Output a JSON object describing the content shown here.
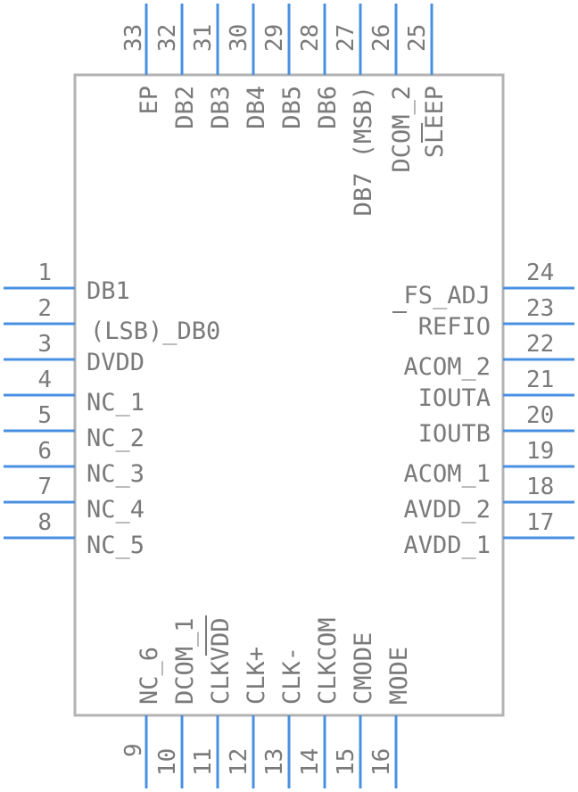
{
  "component": {
    "pins": {
      "left": [
        {
          "num": "1",
          "name": "DB1"
        },
        {
          "num": "2",
          "name": "(LSB)_DB0"
        },
        {
          "num": "3",
          "name": "DVDD"
        },
        {
          "num": "4",
          "name": "NC_1"
        },
        {
          "num": "5",
          "name": "NC_2"
        },
        {
          "num": "6",
          "name": "NC_3"
        },
        {
          "num": "7",
          "name": "NC_4"
        },
        {
          "num": "8",
          "name": "NC_5"
        }
      ],
      "bottom": [
        {
          "num": "9",
          "name": ""
        },
        {
          "num": "10",
          "name": "NC_6"
        },
        {
          "num": "11",
          "name": "DCOM_1"
        },
        {
          "num": "12",
          "name": "CLKVDD"
        },
        {
          "num": "13",
          "name": "CLK+"
        },
        {
          "num": "14",
          "name": "CLK-"
        },
        {
          "num": "15",
          "name": "CLKCOM"
        },
        {
          "num": "16",
          "name": "CMODE"
        },
        {
          "num": "",
          "name": "MODE"
        }
      ],
      "right": [
        {
          "num": "24",
          "name": "FS_ADJ"
        },
        {
          "num": "23",
          "name": "REFIO"
        },
        {
          "num": "22",
          "name": "ACOM_2"
        },
        {
          "num": "21",
          "name": "IOUTA"
        },
        {
          "num": "20",
          "name": "IOUTB"
        },
        {
          "num": "19",
          "name": "ACOM_1"
        },
        {
          "num": "18",
          "name": "AVDD_2"
        },
        {
          "num": "17",
          "name": "AVDD_1"
        }
      ],
      "top": [
        {
          "num": "33",
          "name": "EP"
        },
        {
          "num": "32",
          "name": "DB2"
        },
        {
          "num": "31",
          "name": "DB3"
        },
        {
          "num": "30",
          "name": "DB4"
        },
        {
          "num": "29",
          "name": "DB5"
        },
        {
          "num": "28",
          "name": "DB6"
        },
        {
          "num": "27",
          "name": "DB7 (MSB)"
        },
        {
          "num": "26",
          "name": "DCOM_2"
        },
        {
          "num": "25",
          "name": "SLEEP"
        }
      ]
    },
    "colors": {
      "lead": "#4a90e2",
      "body": "#b3b3b3",
      "text": "#7a7a7a"
    }
  }
}
